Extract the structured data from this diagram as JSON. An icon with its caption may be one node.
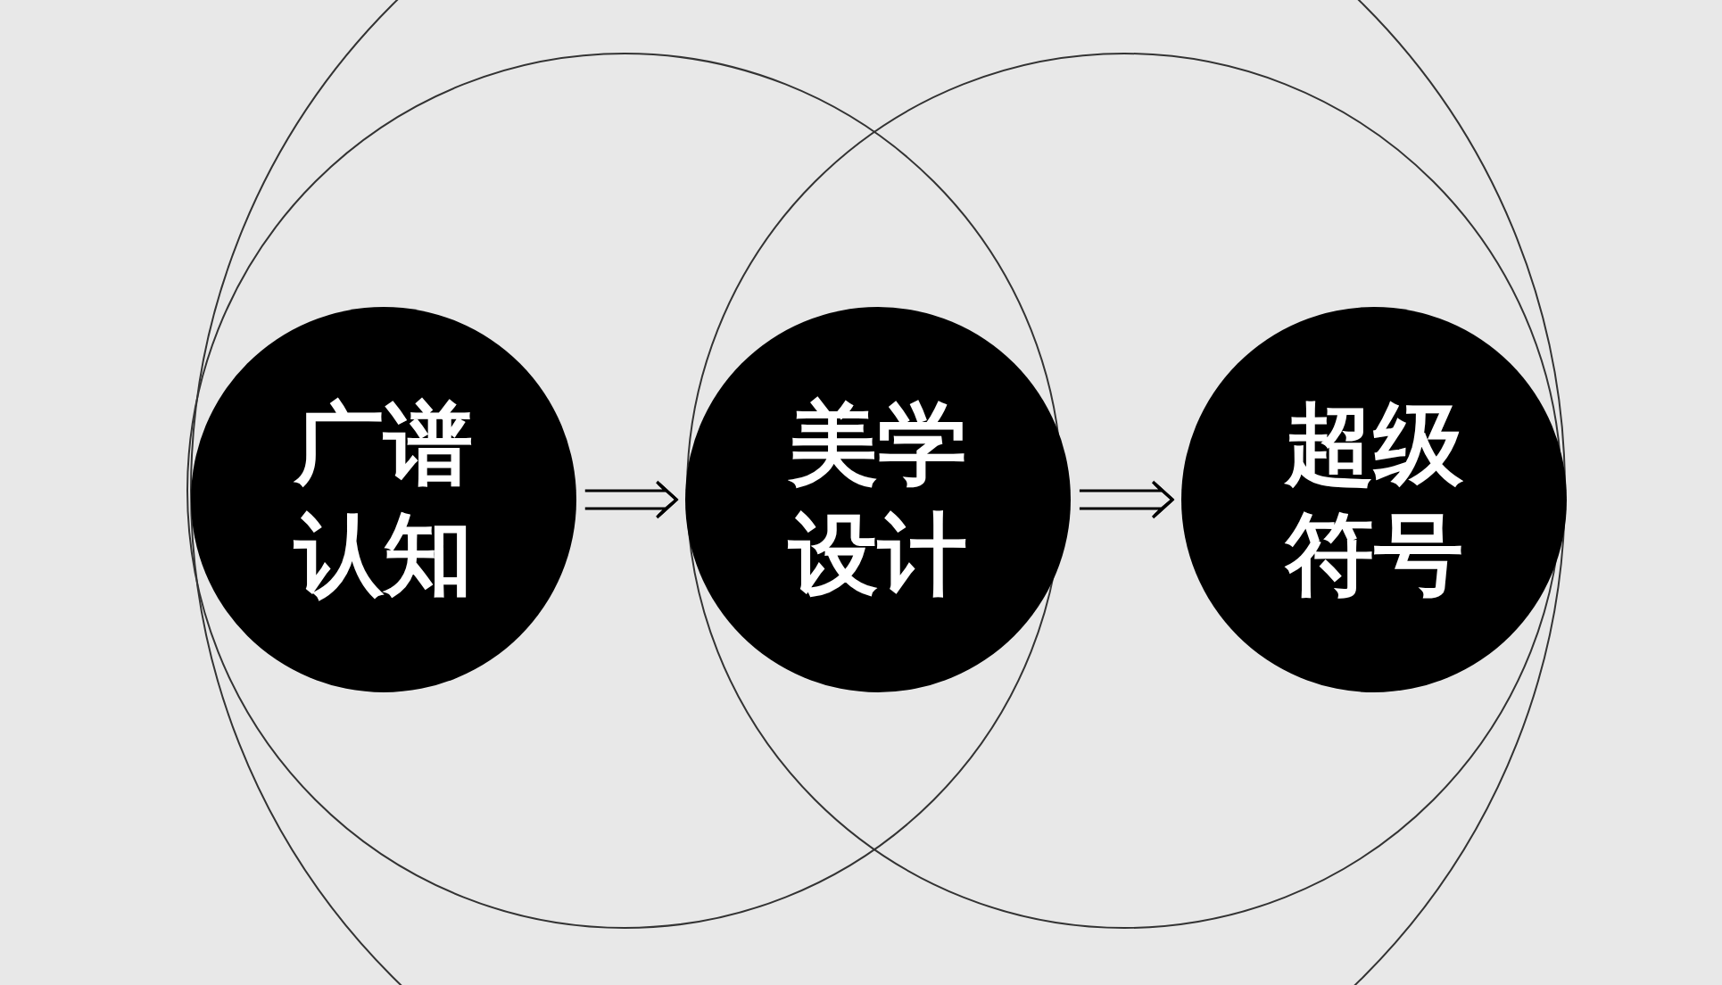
{
  "diagram": {
    "nodes": [
      {
        "text": [
          "广谱认知"
        ]
      },
      {
        "text": [
          "美学设计"
        ]
      },
      {
        "text": [
          "超级符号"
        ]
      }
    ],
    "edges": [
      {
        "from": 0,
        "to": 1,
        "arrow": "to"
      },
      {
        "from": 1,
        "to": 2,
        "arrow": "to"
      }
    ]
  }
}
